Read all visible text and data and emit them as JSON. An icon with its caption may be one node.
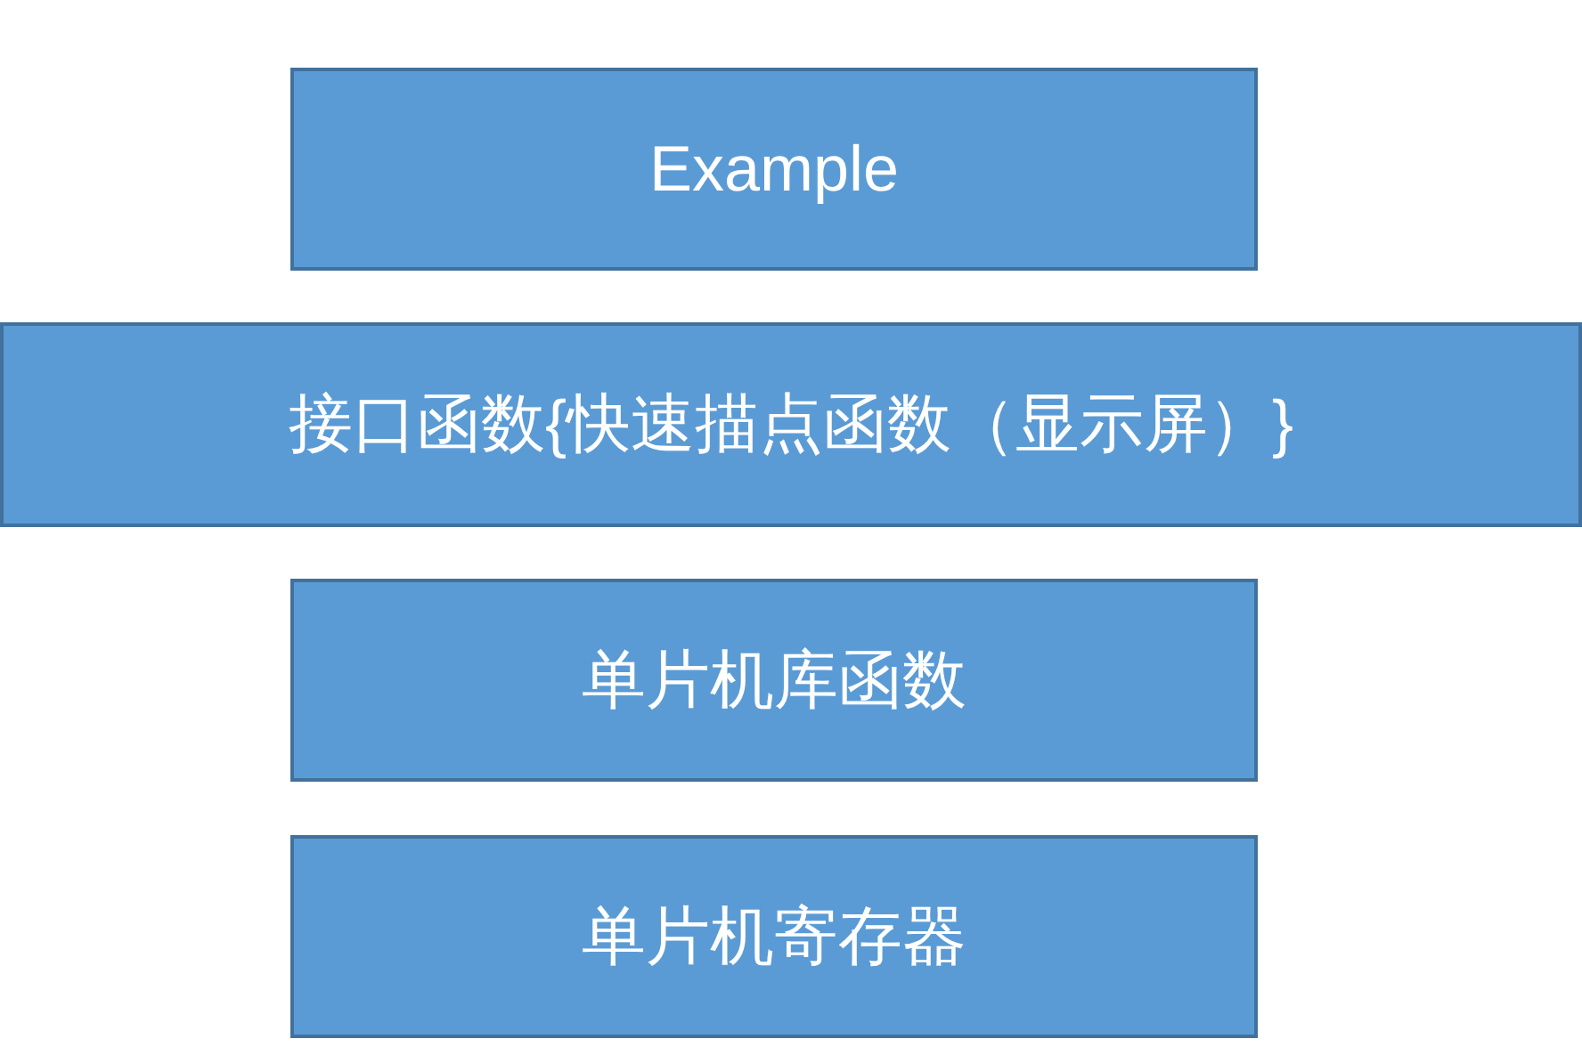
{
  "diagram": {
    "nodes": [
      {
        "text": [
          "Example"
        ]
      },
      {
        "text": [
          "接口函数{快速描点函数（显示屏）}"
        ]
      },
      {
        "text": [
          "单片机库函数"
        ]
      },
      {
        "text": [
          "单片机寄存器"
        ]
      }
    ]
  }
}
